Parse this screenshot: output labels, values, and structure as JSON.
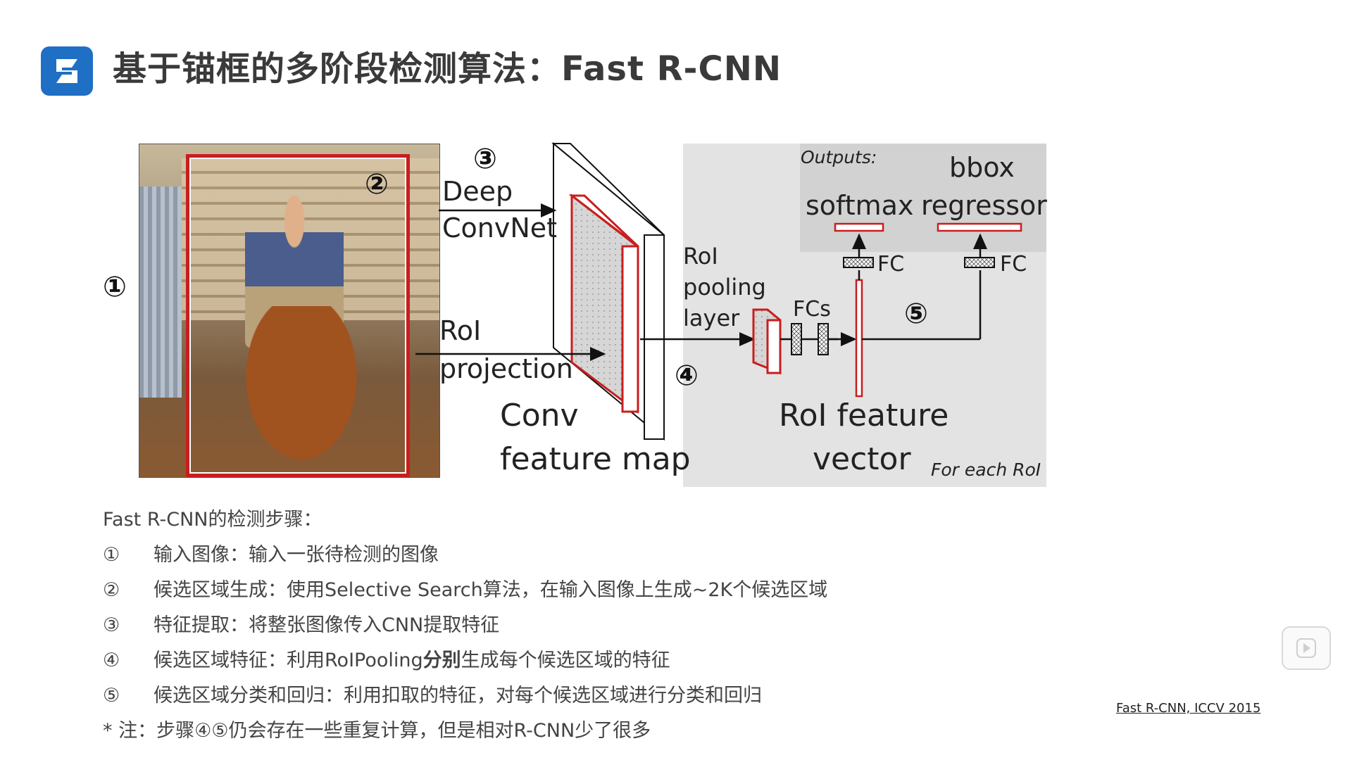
{
  "header": {
    "title": "基于锚框的多阶段检测算法：Fast R-CNN",
    "logo_icon": "s-logo-icon",
    "brand_color": "#1f6fc4"
  },
  "diagram": {
    "labels": {
      "deep_convnet_line1": "Deep",
      "deep_convnet_line2": "ConvNet",
      "roi_projection_line1": "RoI",
      "roi_projection_line2": "projection",
      "conv_feature_map_line1": "Conv",
      "conv_feature_map_line2": "feature map",
      "roi_pooling_line1": "RoI",
      "roi_pooling_line2": "pooling",
      "roi_pooling_line3": "layer",
      "fcs": "FCs",
      "fc_left": "FC",
      "fc_right": "FC",
      "outputs": "Outputs:",
      "softmax": "softmax",
      "bbox_line1": "bbox",
      "bbox_line2": "regressor",
      "roi_feature_line1": "RoI feature",
      "roi_feature_line2": "vector",
      "for_each_roi": "For each RoI"
    },
    "numbers": {
      "n1": "①",
      "n2": "②",
      "n3": "③",
      "n4": "④",
      "n5": "⑤"
    },
    "accent_red": "#c81e1e"
  },
  "steps": {
    "header": "Fast R-CNN的检测步骤：",
    "items": [
      {
        "num": "①",
        "text": "输入图像：输入一张待检测的图像"
      },
      {
        "num": "②",
        "text": "候选区域生成：使用Selective Search算法，在输入图像上生成~2K个候选区域"
      },
      {
        "num": "③",
        "text": "特征提取：将整张图像传入CNN提取特征"
      },
      {
        "num": "④",
        "text_before": "候选区域特征：利用RoIPooling",
        "text_bold": "分别",
        "text_after": "生成每个候选区域的特征"
      },
      {
        "num": "⑤",
        "text": "候选区域分类和回归：利用扣取的特征，对每个候选区域进行分类和回归"
      }
    ],
    "note": "* 注：步骤④⑤仍会存在一些重复计算，但是相对R-CNN少了很多"
  },
  "citation": "Fast R-CNN, ICCV 2015",
  "player": {
    "play_icon": "play-icon"
  }
}
